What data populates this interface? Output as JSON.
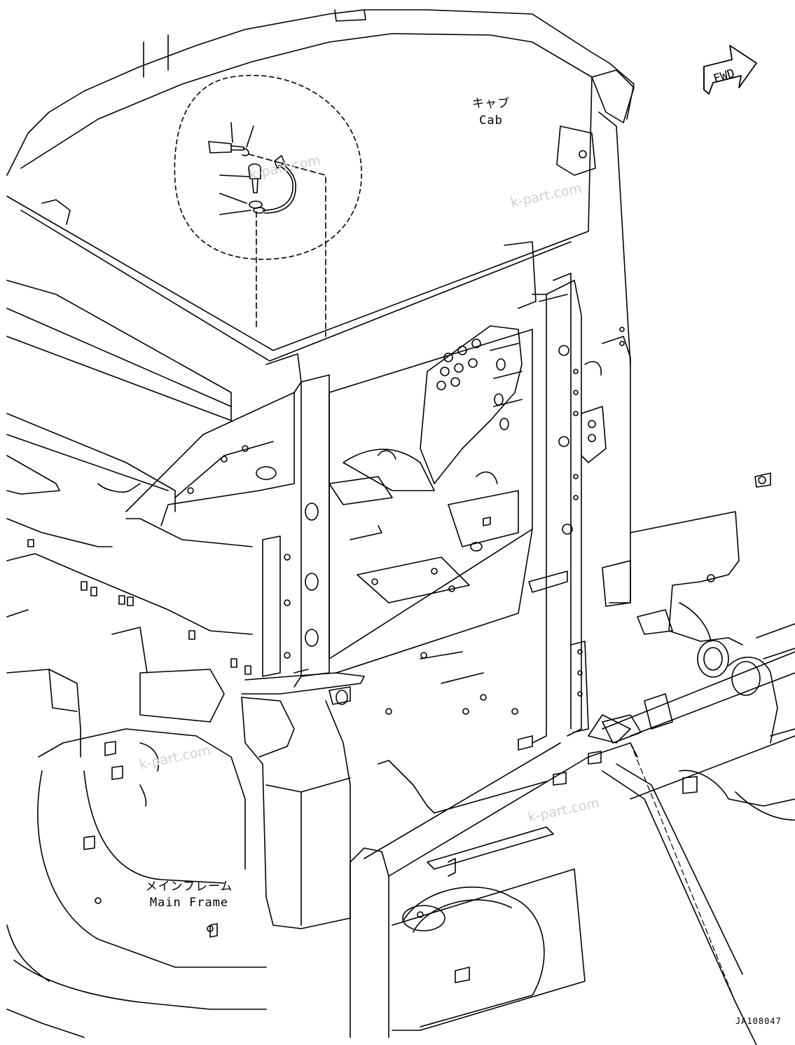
{
  "labels": {
    "cab_jp": "キャブ",
    "cab_en": "Cab",
    "frame_jp": "メインフレーム",
    "frame_en": "Main Frame",
    "fwd": "FWD",
    "doc_id": "JA108047"
  },
  "watermark": "k-part.com",
  "colors": {
    "line": "#000000",
    "watermark": "#cfcfcf",
    "background": "#ffffff"
  }
}
